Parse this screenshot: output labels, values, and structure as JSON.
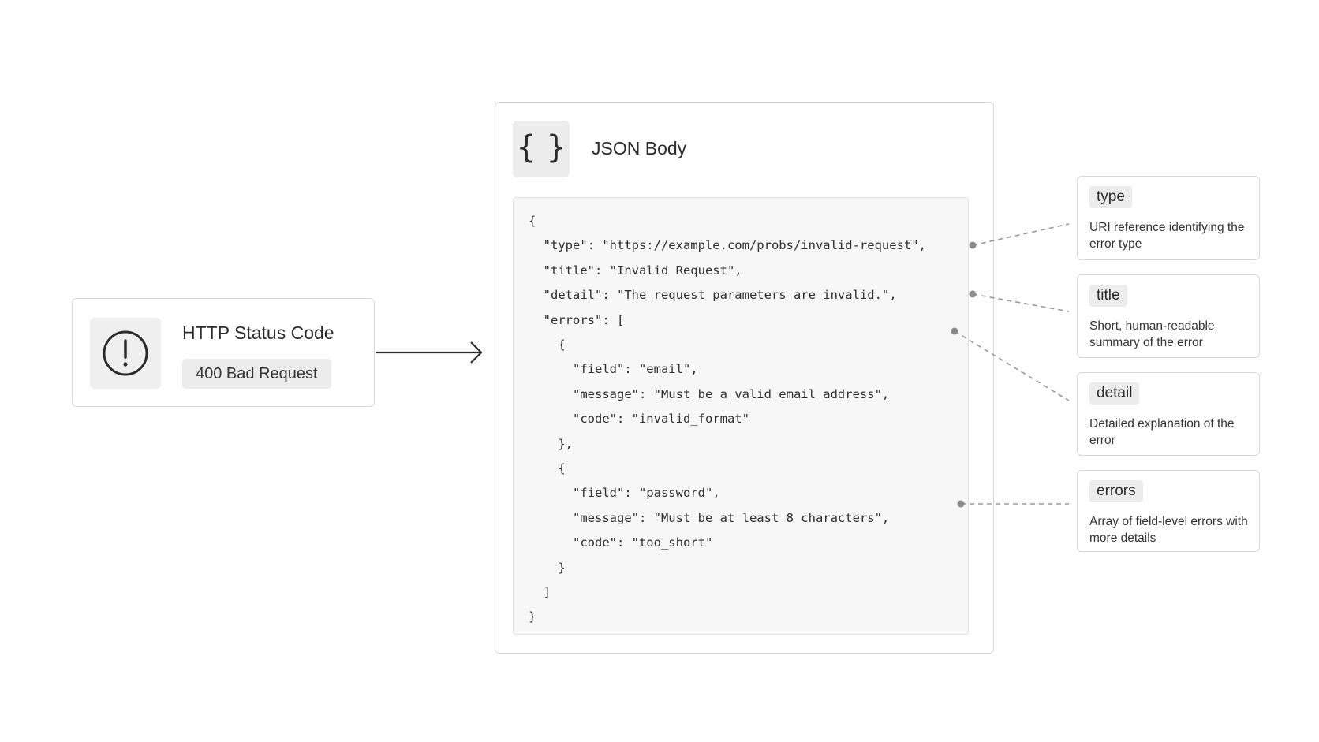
{
  "status_card": {
    "title": "HTTP Status Code",
    "badge": "400 Bad Request",
    "icon": "exclamation-circle-icon"
  },
  "json_card": {
    "title": "JSON Body",
    "icon": "curly-braces-icon",
    "icon_glyph": "{ }",
    "code_lines": [
      "{",
      "  \"type\": \"https://example.com/probs/invalid-request\",",
      "  \"title\": \"Invalid Request\",",
      "  \"detail\": \"The request parameters are invalid.\",",
      "  \"errors\": [",
      "    {",
      "      \"field\": \"email\",",
      "      \"message\": \"Must be a valid email address\",",
      "      \"code\": \"invalid_format\"",
      "    },",
      "    {",
      "      \"field\": \"password\",",
      "      \"message\": \"Must be at least 8 characters\",",
      "      \"code\": \"too_short\"",
      "    }",
      "  ]",
      "}"
    ]
  },
  "annotations": [
    {
      "key": "type",
      "description": "URI reference identifying the error type"
    },
    {
      "key": "title",
      "description": "Short, human-readable summary of the error"
    },
    {
      "key": "detail",
      "description": "Detailed explanation of the error"
    },
    {
      "key": "errors",
      "description": "Array of field-level errors with more details"
    }
  ],
  "colors": {
    "border": "#d8d8d8",
    "icon_background": "#efefef",
    "code_background": "#f7f7f7",
    "connector": "#9a9a9a",
    "text": "#2b2b2b"
  }
}
